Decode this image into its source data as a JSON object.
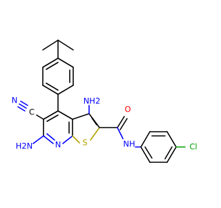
{
  "molecule": {
    "colors": {
      "carbon": "#000000",
      "nitrogen": "#0000ff",
      "oxygen": "#ff0000",
      "sulfur": "#b2a100",
      "chlorine": "#00a000"
    },
    "labels": {
      "amino_top": "NH2",
      "amino_left": "H2N",
      "nitrile_carbon": "C",
      "nitrile_nitrogen": "N",
      "amide_oxygen": "O",
      "amide_nh": "NH",
      "ring_nitrogen": "N",
      "ring_sulfur": "S",
      "chlorine": "Cl"
    }
  }
}
